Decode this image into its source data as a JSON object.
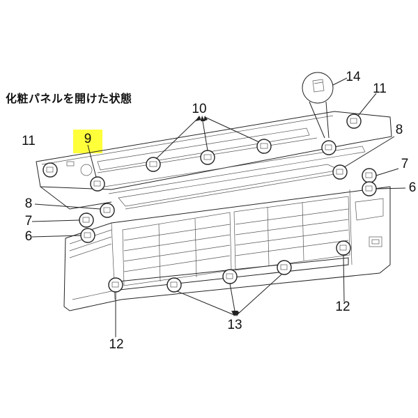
{
  "caption": "化粧パネルを開けた状態",
  "callouts": {
    "c14": "14",
    "c11_right": "11",
    "c10": "10",
    "c8_right": "8",
    "c11_left": "11",
    "c9": "9",
    "c7_right": "7",
    "c6_right": "6",
    "c8_left": "8",
    "c7_left": "7",
    "c6_left": "6",
    "c12_right": "12",
    "c13": "13",
    "c12_left": "12"
  },
  "colors": {
    "highlight": "#ffff3a",
    "line": "#222222"
  }
}
